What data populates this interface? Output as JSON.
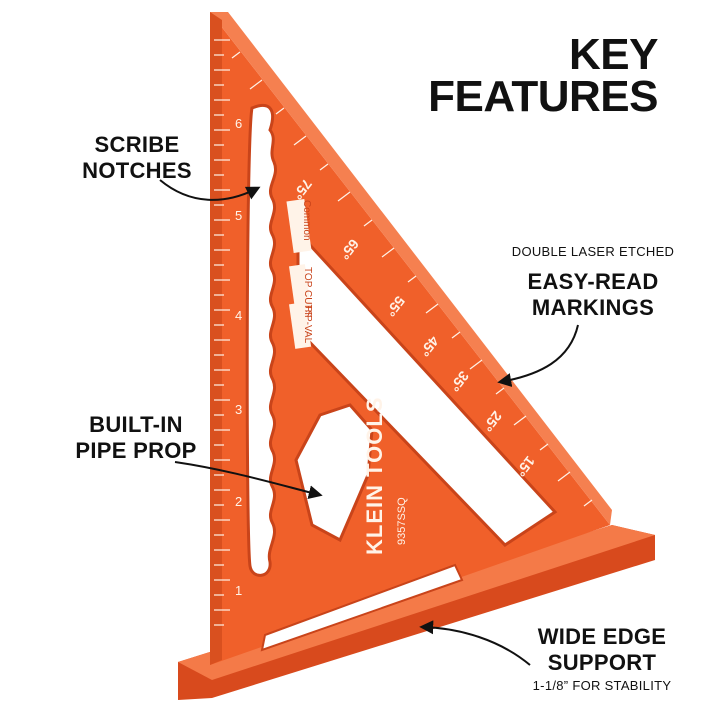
{
  "headline": {
    "line1": "KEY",
    "line2": "FEATURES"
  },
  "callouts": {
    "scribe": {
      "line1": "SCRIBE",
      "line2": "NOTCHES"
    },
    "markings": {
      "pre": "DOUBLE LASER ETCHED",
      "line1": "EASY-READ",
      "line2": "MARKINGS"
    },
    "pipe": {
      "line1": "BUILT-IN",
      "line2": "PIPE PROP"
    },
    "edge": {
      "line1": "WIDE EDGE",
      "line2": "SUPPORT",
      "sub": "1-1/8” FOR STABILITY"
    }
  },
  "tool": {
    "brand": "KLEIN TOOLS",
    "model": "9357SSQ",
    "scale_labels": [
      "Common",
      "TOP CUTS",
      "HIP-VAL"
    ],
    "degree_marks": [
      "75°",
      "65°",
      "55°",
      "45°",
      "35°",
      "25°",
      "15°"
    ],
    "inch_numbers": [
      "1",
      "2",
      "3",
      "4",
      "5",
      "6"
    ],
    "colors": {
      "body": "#f0602a",
      "shadow": "#c9441a",
      "etch": "#fff3e8"
    }
  }
}
